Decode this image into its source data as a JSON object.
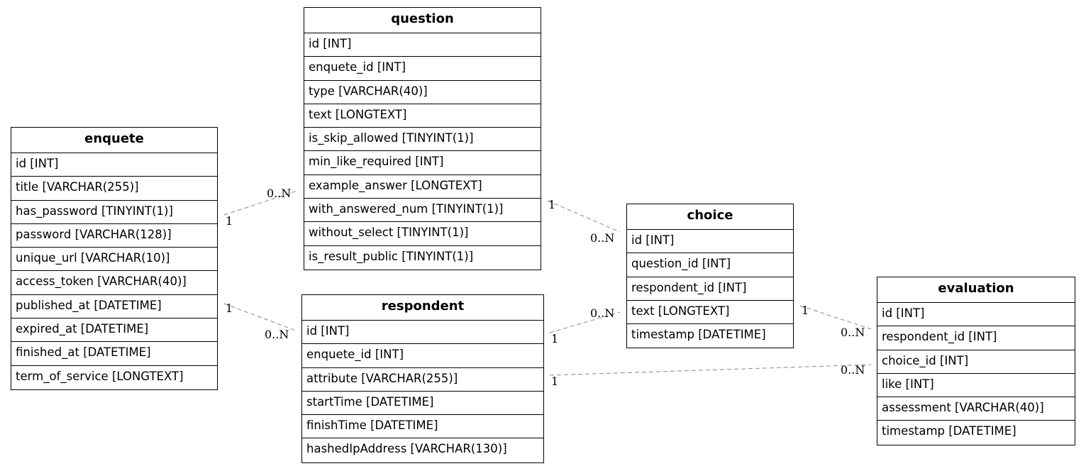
{
  "diagram": {
    "entities": {
      "question": {
        "name": "question",
        "attributes": [
          "id [INT]",
          "enquete_id [INT]",
          "type [VARCHAR(40)]",
          "text [LONGTEXT]",
          "is_skip_allowed [TINYINT(1)]",
          "min_like_required [INT]",
          "example_answer [LONGTEXT]",
          "with_answered_num [TINYINT(1)]",
          "without_select [TINYINT(1)]",
          "is_result_public [TINYINT(1)]"
        ]
      },
      "enquete": {
        "name": "enquete",
        "attributes": [
          "id [INT]",
          "title [VARCHAR(255)]",
          "has_password [TINYINT(1)]",
          "password [VARCHAR(128)]",
          "unique_url [VARCHAR(10)]",
          "access_token [VARCHAR(40)]",
          "published_at [DATETIME]",
          "expired_at [DATETIME]",
          "finished_at [DATETIME]",
          "term_of_service [LONGTEXT]"
        ]
      },
      "respondent": {
        "name": "respondent",
        "attributes": [
          "id [INT]",
          "enquete_id [INT]",
          "attribute [VARCHAR(255)]",
          "startTime [DATETIME]",
          "finishTime [DATETIME]",
          "hashedIpAddress [VARCHAR(130)]"
        ]
      },
      "choice": {
        "name": "choice",
        "attributes": [
          "id [INT]",
          "question_id [INT]",
          "respondent_id [INT]",
          "text [LONGTEXT]",
          "timestamp [DATETIME]"
        ]
      },
      "evaluation": {
        "name": "evaluation",
        "attributes": [
          "id [INT]",
          "respondent_id [INT]",
          "choice_id [INT]",
          "like [INT]",
          "assessment [VARCHAR(40)]",
          "timestamp [DATETIME]"
        ]
      }
    },
    "relationships": [
      {
        "from": "enquete",
        "to": "question",
        "from_card": "1",
        "to_card": "0..N"
      },
      {
        "from": "enquete",
        "to": "respondent",
        "from_card": "1",
        "to_card": "0..N"
      },
      {
        "from": "question",
        "to": "choice",
        "from_card": "1",
        "to_card": "0..N"
      },
      {
        "from": "respondent",
        "to": "choice",
        "from_card": "1",
        "to_card": "0..N"
      },
      {
        "from": "respondent",
        "to": "evaluation",
        "from_card": "1",
        "to_card": "0..N"
      },
      {
        "from": "choice",
        "to": "evaluation",
        "from_card": "1",
        "to_card": "0..N"
      }
    ],
    "line_color": "#888888"
  }
}
